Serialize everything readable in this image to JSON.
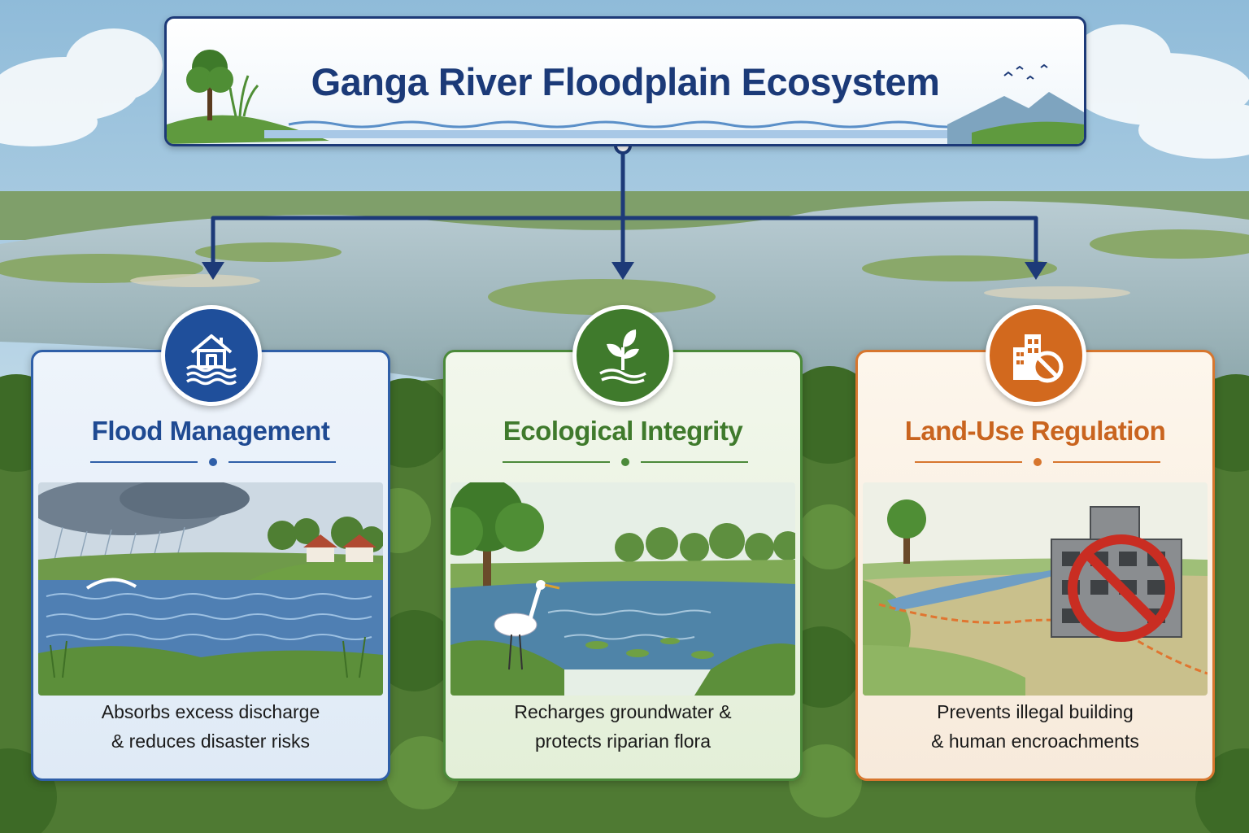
{
  "title": "Ganga River Floodplain Ecosystem",
  "colors": {
    "navy": "#1d3a78",
    "blue": "#1f4f9b",
    "green": "#3f7a2c",
    "orange": "#d2691e"
  },
  "cards": [
    {
      "title": "Flood Management",
      "icon": "house-flood-icon",
      "caption_line1": "Absorbs excess discharge",
      "caption_line2": "& reduces disaster risks",
      "accent": "#1f4f9b"
    },
    {
      "title": "Ecological Integrity",
      "icon": "sprout-icon",
      "caption_line1": "Recharges groundwater &",
      "caption_line2": "protects riparian flora",
      "accent": "#3f7a2c"
    },
    {
      "title": "Land-Use Regulation",
      "icon": "no-building-icon",
      "caption_line1": "Prevents illegal building",
      "caption_line2": "& human encroachments",
      "accent": "#d2691e"
    }
  ]
}
